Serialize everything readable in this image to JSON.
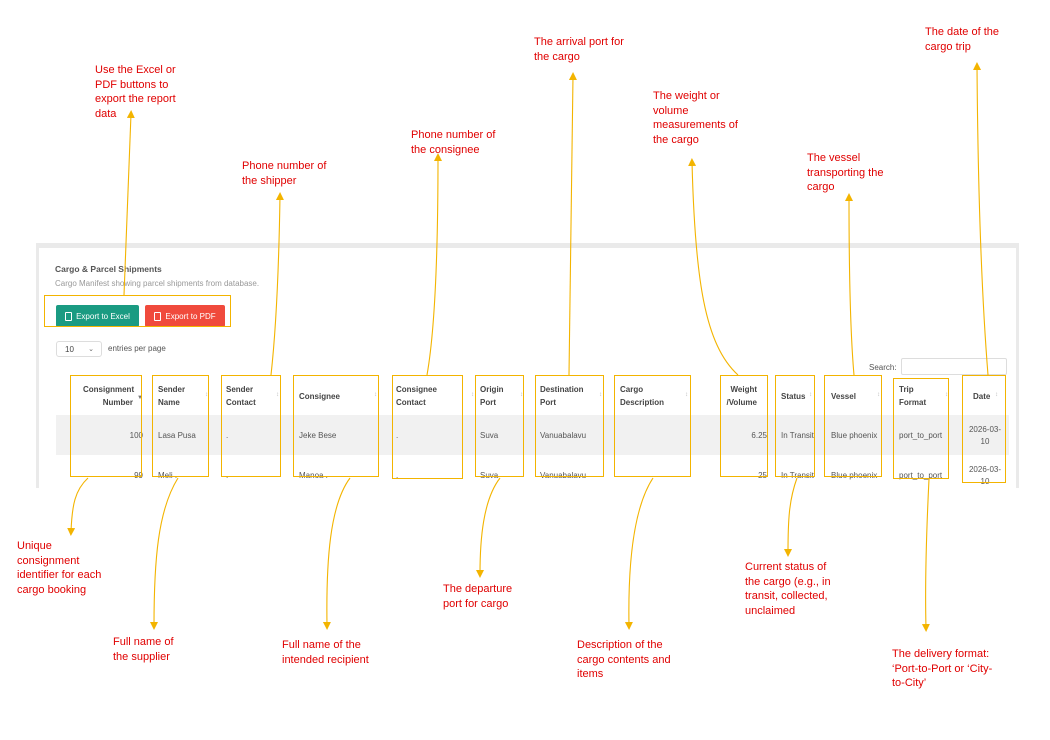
{
  "panel": {
    "title": "Cargo & Parcel Shipments",
    "subtitle": "Cargo Manifest showing parcel shipments from database.",
    "export_excel_label": "Export to Excel",
    "export_pdf_label": "Export to PDF",
    "entries_value": "10",
    "entries_label": "entries per page",
    "search_label": "Search:",
    "search_value": ""
  },
  "table": {
    "headers": {
      "consignment_number": [
        "Consignment",
        "Number"
      ],
      "sender_name": [
        "Sender",
        "Name"
      ],
      "sender_contact": [
        "Sender",
        "Contact"
      ],
      "consignee": [
        "Consignee"
      ],
      "consignee_contact": [
        "Consignee",
        "Contact"
      ],
      "origin_port": [
        "Origin",
        "Port"
      ],
      "destination_port": [
        "Destination",
        "Port"
      ],
      "cargo_description": [
        "Cargo",
        "Description"
      ],
      "weight_volume": [
        "Weight",
        "/Volume"
      ],
      "status": [
        "Status"
      ],
      "vessel": [
        "Vessel"
      ],
      "trip_format": [
        "Trip",
        "Format"
      ],
      "date": [
        "Date"
      ]
    },
    "rows": [
      {
        "consignment_number": "100",
        "sender_name": "Lasa Pusa",
        "sender_contact": ".",
        "consignee": "Jeke Bese",
        "consignee_contact": ".",
        "origin_port": "Suva",
        "destination_port": "Vanuabalavu",
        "cargo_description": "",
        "weight_volume": "6.25",
        "status": "In Transit",
        "vessel": "Blue phoenix",
        "trip_format": "port_to_port",
        "date": [
          "2026-03-",
          "10"
        ]
      },
      {
        "consignment_number": "99",
        "sender_name": "Meli .",
        "sender_contact": ".",
        "consignee": "Manoa .",
        "consignee_contact": ".",
        "origin_port": "Suva",
        "destination_port": "Vanuabalavu",
        "cargo_description": "",
        "weight_volume": "25",
        "status": "In Transit",
        "vessel": "Blue phoenix",
        "trip_format": "port_to_port",
        "date": [
          "2026-03-",
          "10"
        ]
      }
    ]
  },
  "annotations": {
    "export": "Use the Excel or PDF buttons to export the report data",
    "shipper_phone": "Phone number of the shipper",
    "consignee_phone": "Phone number of the consignee",
    "arrival_port": "The arrival port for the cargo",
    "weight": "The weight or volume measurements of the cargo",
    "vessel": "The vessel transporting the cargo",
    "date": "The date of the cargo trip",
    "consignment_id": "Unique consignment identifier for each cargo booking",
    "supplier_name": "Full name of the supplier",
    "recipient_name": "Full name of the intended recipient",
    "departure_port": "The departure port for cargo",
    "description": "Description of the cargo contents and items",
    "status": "Current status of the cargo (e.g., in transit, collected, unclaimed",
    "delivery_format": "The delivery format: ‘Port-to-Port or ‘City-to-City’"
  },
  "colors": {
    "annotation_text": "#e00000",
    "annotation_line": "#f3b400",
    "excel_button": "#1a9b82",
    "pdf_button": "#f04a3c",
    "row_stripe": "#f1f1f1"
  }
}
